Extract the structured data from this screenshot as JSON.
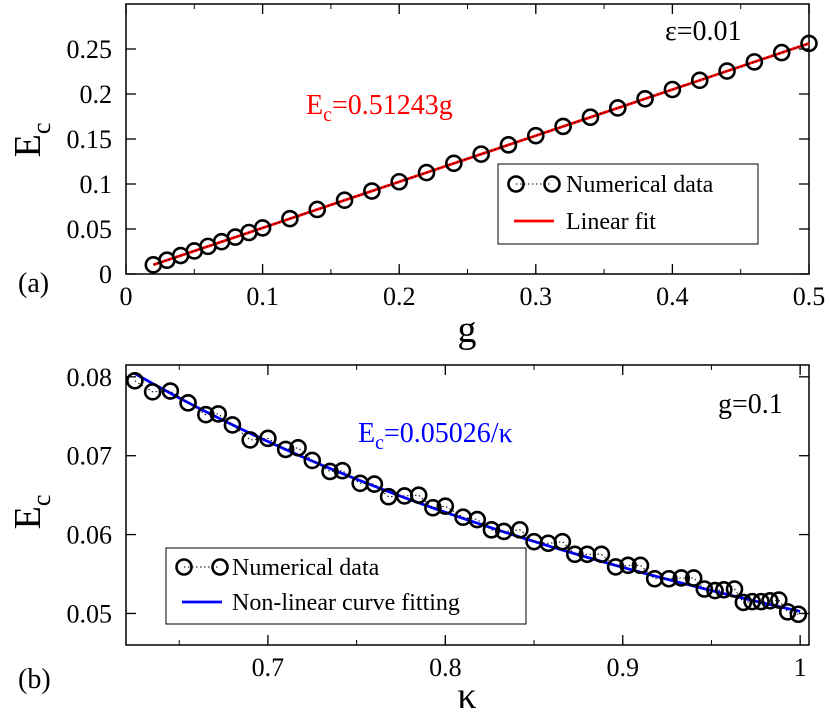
{
  "chart_data": [
    {
      "type": "scatter",
      "panel_label": "(a)",
      "xlabel": "g",
      "ylabel": "E",
      "ylabel_sub": "c",
      "xlim": [
        0,
        0.5
      ],
      "ylim": [
        0,
        0.3
      ],
      "xticks": [
        0,
        0.1,
        0.2,
        0.3,
        0.4,
        0.5
      ],
      "xtick_labels": [
        "0",
        "0.1",
        "0.2",
        "0.3",
        "0.4",
        "0.5"
      ],
      "yticks": [
        0,
        0.05,
        0.1,
        0.15,
        0.2,
        0.25
      ],
      "ytick_labels": [
        "0",
        "0.05",
        "0.1",
        "0.15",
        "0.2",
        "0.25"
      ],
      "annotation": "ε=0.01",
      "fit_label": {
        "main": "E",
        "sub": "c",
        "rest": "=0.51243g"
      },
      "legend_position": "middle-right",
      "series": [
        {
          "name": "Numerical data",
          "marker": "open-circle",
          "line": "dotted",
          "color": "#000000",
          "x": [
            0.02,
            0.03,
            0.04,
            0.05,
            0.06,
            0.07,
            0.08,
            0.09,
            0.1,
            0.12,
            0.14,
            0.16,
            0.18,
            0.2,
            0.22,
            0.24,
            0.26,
            0.28,
            0.3,
            0.32,
            0.34,
            0.36,
            0.38,
            0.4,
            0.42,
            0.44,
            0.46,
            0.48,
            0.5
          ],
          "y": [
            0.0102,
            0.0153,
            0.0205,
            0.0256,
            0.0307,
            0.0359,
            0.041,
            0.0461,
            0.0512,
            0.0615,
            0.0717,
            0.082,
            0.0922,
            0.1025,
            0.1127,
            0.123,
            0.1332,
            0.1435,
            0.1537,
            0.164,
            0.1742,
            0.1845,
            0.1947,
            0.205,
            0.2152,
            0.2255,
            0.2357,
            0.246,
            0.2562
          ]
        },
        {
          "name": "Linear fit",
          "color": "#ff0000",
          "type": "line",
          "x": [
            0.02,
            0.5
          ],
          "y": [
            0.0102,
            0.2562
          ]
        }
      ]
    },
    {
      "type": "scatter",
      "panel_label": "(b)",
      "xlabel": "κ",
      "ylabel": "E",
      "ylabel_sub": "c",
      "xlim": [
        0.62,
        1.005
      ],
      "ylim": [
        0.046,
        0.0815
      ],
      "xticks": [
        0.7,
        0.8,
        0.9,
        1.0
      ],
      "xtick_labels": [
        "0.7",
        "0.8",
        "0.9",
        "1"
      ],
      "yticks": [
        0.05,
        0.06,
        0.07,
        0.08
      ],
      "ytick_labels": [
        "0.05",
        "0.06",
        "0.07",
        "0.08"
      ],
      "annotation": "g=0.1",
      "fit_label": {
        "main": "E",
        "sub": "c",
        "rest": "=0.05026/κ"
      },
      "legend_position": "bottom-left",
      "series": [
        {
          "name": "Numerical data",
          "marker": "open-circle",
          "line": "dotted",
          "color": "#000000",
          "x": [
            0.625,
            0.635,
            0.645,
            0.655,
            0.665,
            0.672,
            0.68,
            0.69,
            0.7,
            0.71,
            0.717,
            0.725,
            0.735,
            0.742,
            0.752,
            0.76,
            0.768,
            0.777,
            0.785,
            0.793,
            0.8,
            0.81,
            0.818,
            0.826,
            0.833,
            0.842,
            0.85,
            0.858,
            0.866,
            0.873,
            0.88,
            0.888,
            0.896,
            0.903,
            0.91,
            0.918,
            0.926,
            0.933,
            0.94,
            0.946,
            0.952,
            0.957,
            0.963,
            0.968,
            0.973,
            0.978,
            0.983,
            0.988,
            0.993,
            0.999
          ],
          "y": [
            0.0795,
            0.0781,
            0.0782,
            0.0767,
            0.0752,
            0.0753,
            0.0739,
            0.072,
            0.0722,
            0.0708,
            0.071,
            0.0694,
            0.068,
            0.0681,
            0.0665,
            0.0664,
            0.0648,
            0.0649,
            0.065,
            0.0634,
            0.0636,
            0.0622,
            0.0619,
            0.0606,
            0.0604,
            0.0606,
            0.0591,
            0.0589,
            0.0591,
            0.0575,
            0.0575,
            0.0575,
            0.0559,
            0.0561,
            0.0561,
            0.0544,
            0.0544,
            0.0545,
            0.0545,
            0.0531,
            0.0529,
            0.053,
            0.0531,
            0.0514,
            0.0515,
            0.0515,
            0.0516,
            0.0517,
            0.0502,
            0.0499
          ]
        },
        {
          "name": "Non-linear curve fitting",
          "color": "#0000ff",
          "type": "line",
          "function": "0.05026/x",
          "x_range": [
            0.625,
            1.0
          ]
        }
      ]
    }
  ]
}
